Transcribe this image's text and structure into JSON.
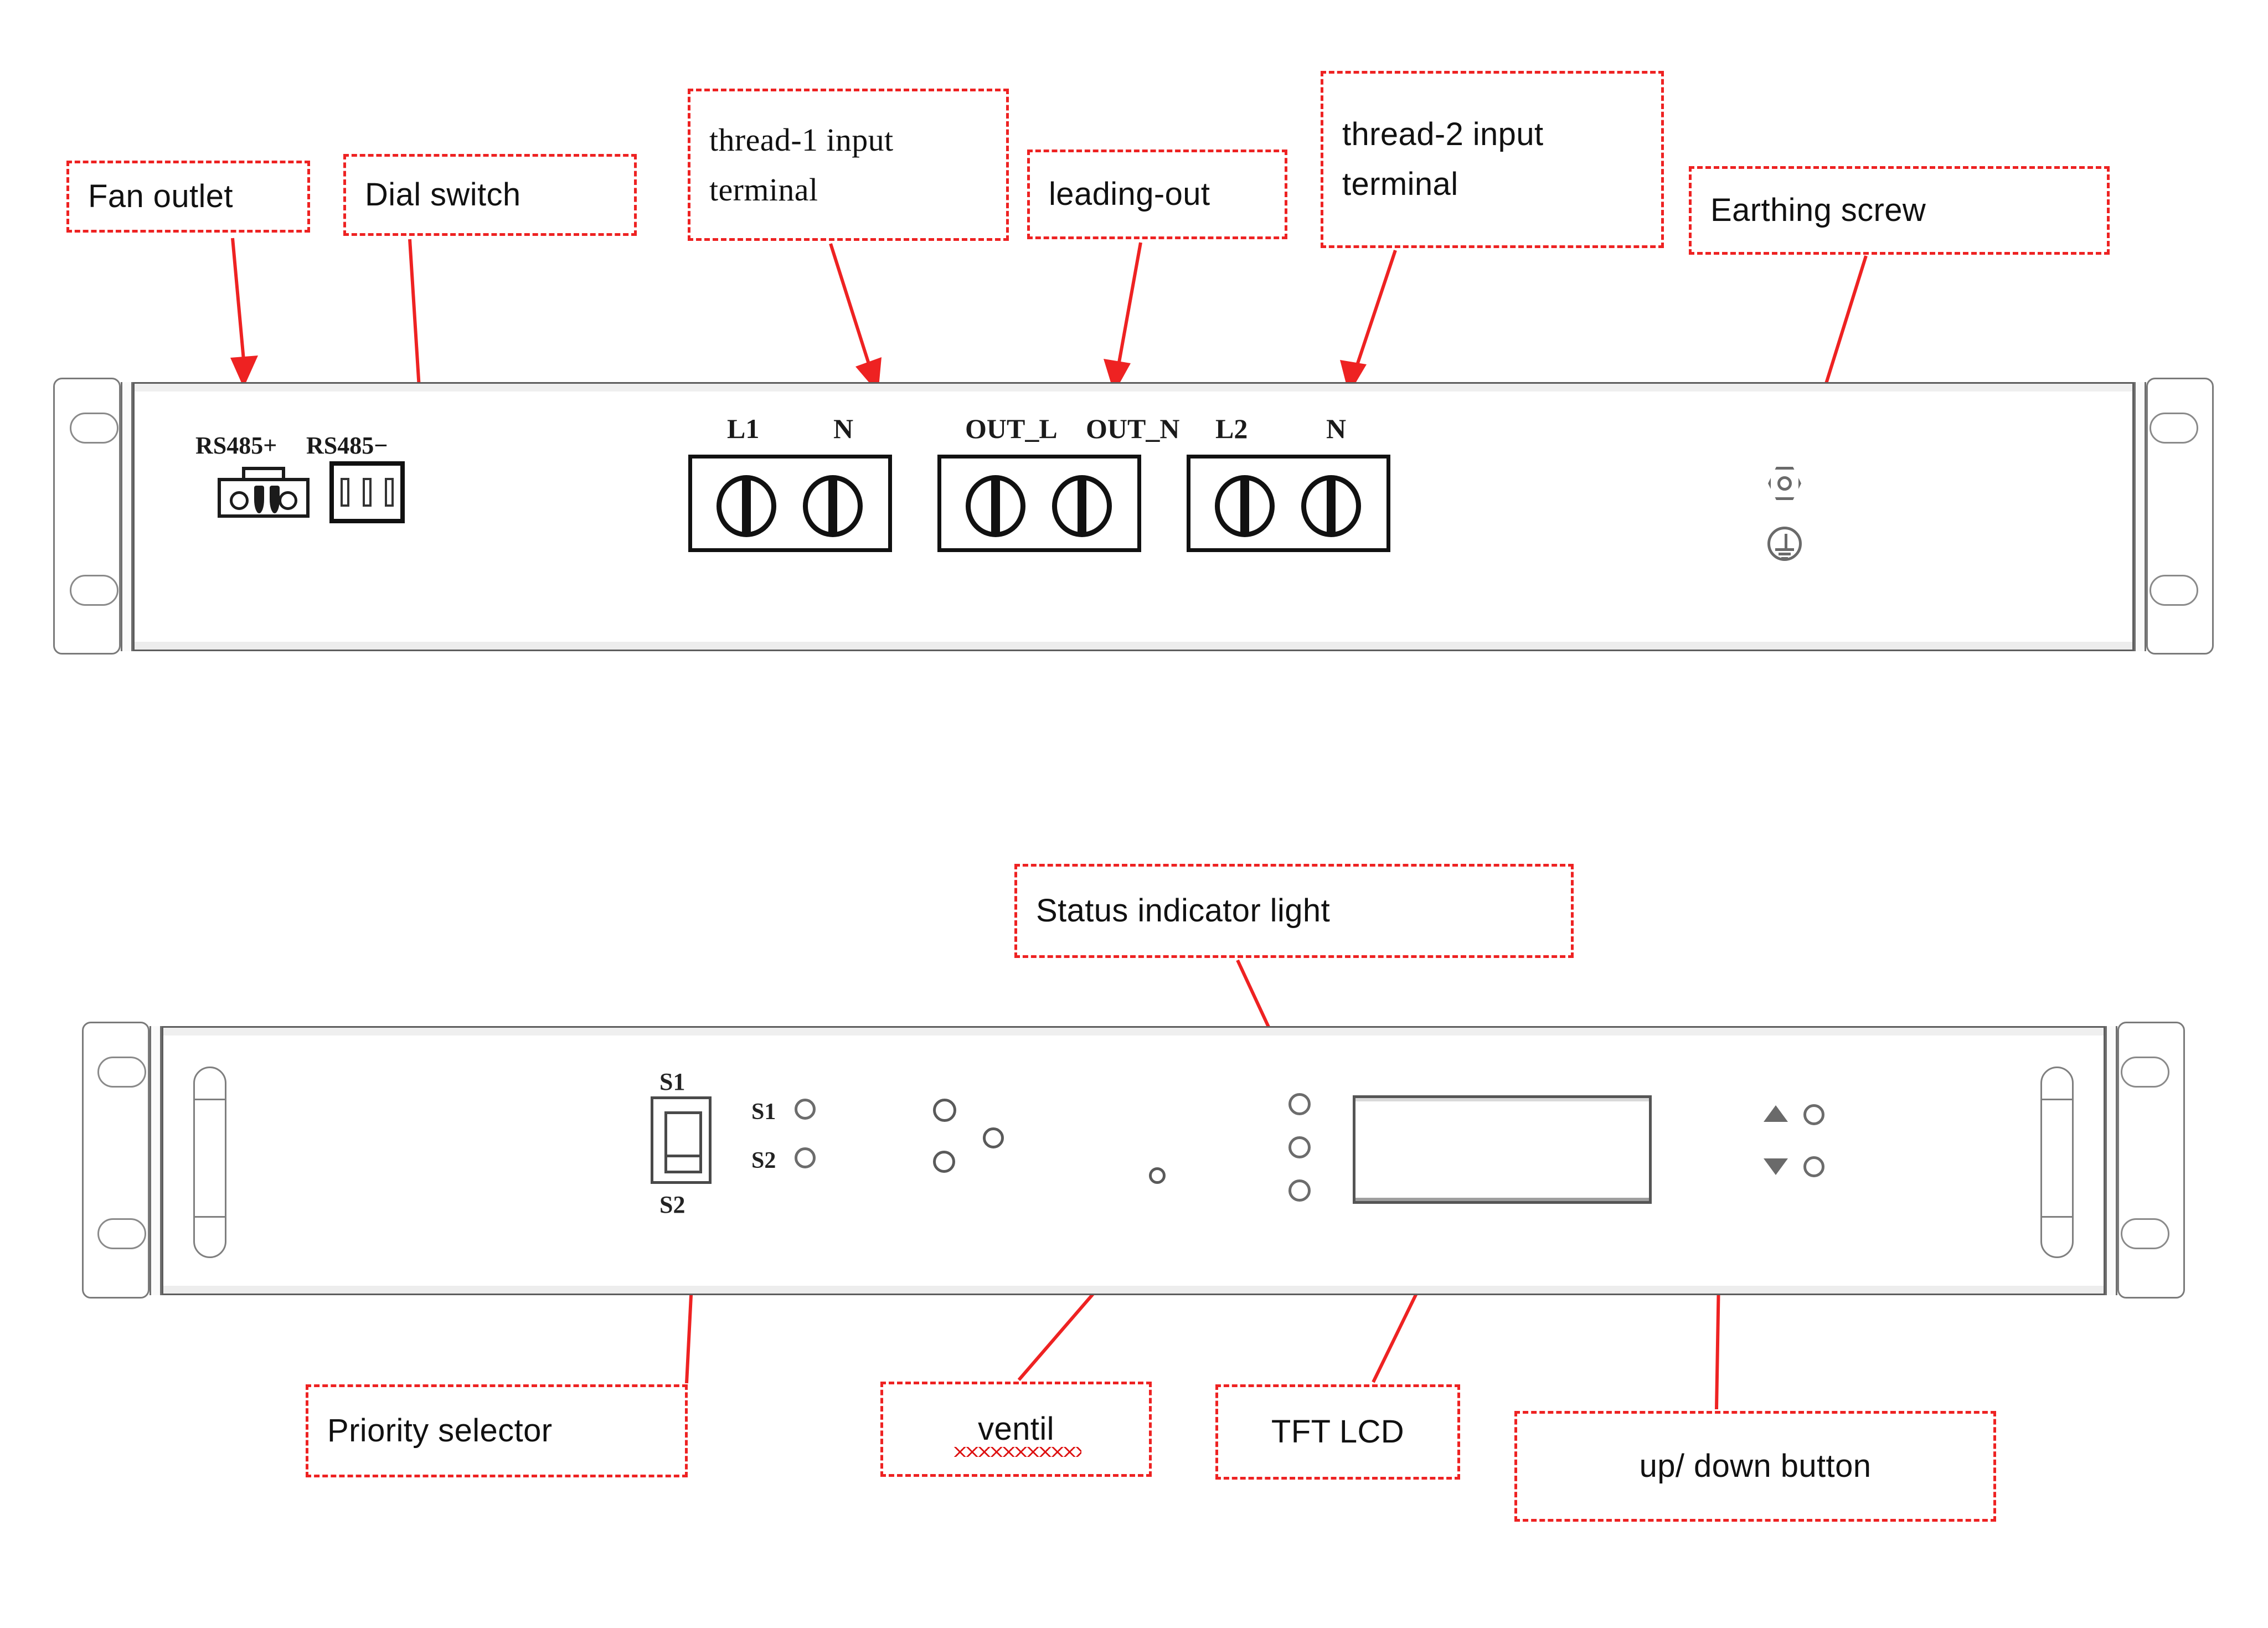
{
  "diagram": {
    "title": "Rack unit front and rear panel callout diagram",
    "accent_color": "#ee2222",
    "line_color": "#5d5d5d"
  },
  "callouts": [
    {
      "id": "fan-outlet",
      "label": "Fan outlet"
    },
    {
      "id": "dial-switch",
      "label": "Dial switch"
    },
    {
      "id": "thread1",
      "label": "thread-1 input\nterminal"
    },
    {
      "id": "leading-out",
      "label": "leading-out"
    },
    {
      "id": "thread2",
      "label": "thread-2 input\nterminal"
    },
    {
      "id": "earthing",
      "label": "Earthing screw"
    },
    {
      "id": "status-light",
      "label": "Status indicator light"
    },
    {
      "id": "priority",
      "label": "Priority selector"
    },
    {
      "id": "ventil",
      "label": "ventil"
    },
    {
      "id": "tft-lcd",
      "label": "TFT LCD"
    },
    {
      "id": "updown",
      "label": "up/ down button"
    }
  ],
  "rear_panel": {
    "name": "rear-panel",
    "rs485": {
      "positive_label": "RS485+",
      "negative_label": "RS485−",
      "dip_positions": 3
    },
    "terminal_blocks": [
      {
        "name": "thread-1-input-terminal",
        "labels": [
          "L1",
          "N"
        ]
      },
      {
        "name": "leading-out-terminal",
        "labels": [
          "OUT_L",
          "OUT_N"
        ]
      },
      {
        "name": "thread-2-input-terminal",
        "labels": [
          "L2",
          "N"
        ]
      }
    ],
    "earthing": {
      "hex_nut_name": "hex-nut-screw",
      "ground_symbol_name": "earth-ground-symbol"
    },
    "ear_slots_per_side": 2
  },
  "front_panel": {
    "name": "front-panel",
    "priority_selector": {
      "top_label": "S1",
      "bottom_label": "S2"
    },
    "status_leds": [
      {
        "label": "S1"
      },
      {
        "label": "S2"
      }
    ],
    "indicator_lights": 3,
    "vent_holes": 4,
    "lcd": {
      "name": "tft-lcd-display"
    },
    "buttons": [
      {
        "name": "up-button",
        "glyph": "△"
      },
      {
        "name": "down-button",
        "glyph": "▽"
      }
    ],
    "ear_slots_per_side": 2
  }
}
